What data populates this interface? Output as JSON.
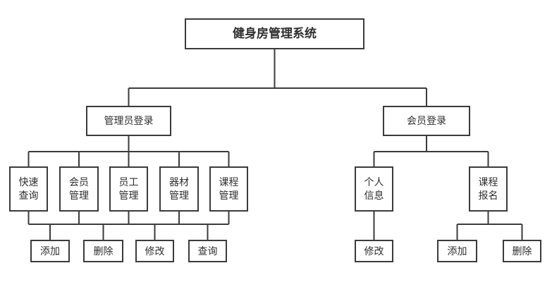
{
  "colors": {
    "background": "#ffffff",
    "line": "#3b3b3b",
    "box_border": "#3b3b3b",
    "box_fill": "#ffffff",
    "text": "#2f2f2f"
  },
  "diagram": {
    "type": "tree",
    "root": {
      "label": "健身房管理系统"
    },
    "admin_login": {
      "label": "管理员登录"
    },
    "member_login": {
      "label": "会员登录"
    },
    "admin_modules": {
      "quick_query": {
        "label": "快速\n查询"
      },
      "member_mgmt": {
        "label": "会员\n管理"
      },
      "staff_mgmt": {
        "label": "员工\n管理"
      },
      "equipment_mgmt": {
        "label": "器材\n管理"
      },
      "course_mgmt": {
        "label": "课程\n管理"
      }
    },
    "admin_actions": {
      "add": {
        "label": "添加"
      },
      "delete": {
        "label": "删除"
      },
      "modify": {
        "label": "修改"
      },
      "query": {
        "label": "查询"
      }
    },
    "member_modules": {
      "personal_info": {
        "label": "个人\n信息"
      },
      "course_enrollment": {
        "label": "课程\n报名"
      }
    },
    "personal_info_actions": {
      "modify": {
        "label": "修改"
      }
    },
    "course_enrollment_actions": {
      "add": {
        "label": "添加"
      },
      "delete": {
        "label": "删除"
      }
    }
  }
}
